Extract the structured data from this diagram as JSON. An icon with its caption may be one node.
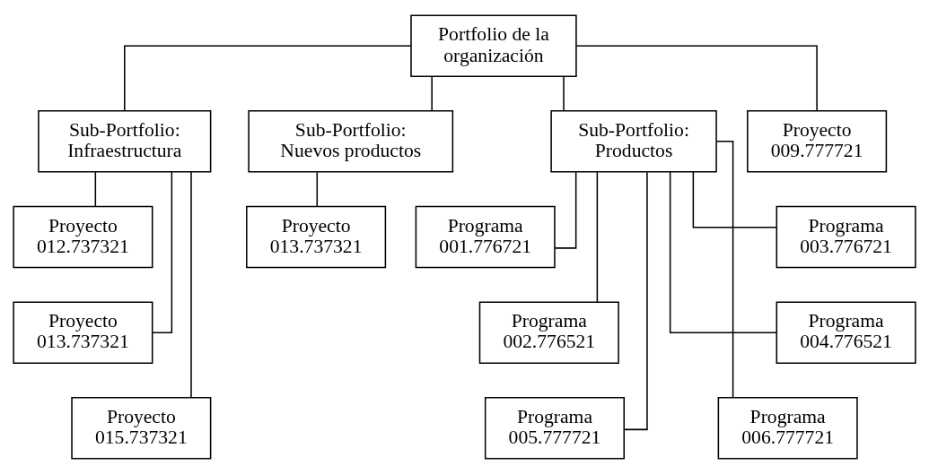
{
  "diagram": {
    "nodes": [
      {
        "text": [
          "Portfolio de la organización"
        ]
      },
      {
        "text": [
          "Sub-Portfolio: Infraestructura"
        ]
      },
      {
        "text": [
          "Sub-Portfolio: Nuevos productos"
        ]
      },
      {
        "text": [
          "Sub-Portfolio: Productos"
        ]
      },
      {
        "text": [
          "Proyecto 009.777721"
        ]
      },
      {
        "text": [
          "Proyecto 012.737321"
        ]
      },
      {
        "text": [
          "Proyecto 013.737321"
        ]
      },
      {
        "text": [
          "Proyecto 015.737321"
        ]
      },
      {
        "text": [
          "Proyecto 013.737321"
        ]
      },
      {
        "text": [
          "Programa 001.776721"
        ]
      },
      {
        "text": [
          "Programa 003.776721"
        ]
      },
      {
        "text": [
          "Programa 002.776521"
        ]
      },
      {
        "text": [
          "Programa 004.776521"
        ]
      },
      {
        "text": [
          "Programa 005.777721"
        ]
      },
      {
        "text": [
          "Programa 006.777721"
        ]
      }
    ],
    "edges": [
      {
        "from": 0,
        "to": 1,
        "arrow": "none"
      },
      {
        "from": 0,
        "to": 2,
        "arrow": "none"
      },
      {
        "from": 0,
        "to": 3,
        "arrow": "none"
      },
      {
        "from": 0,
        "to": 4,
        "arrow": "none"
      },
      {
        "from": 1,
        "to": 5,
        "arrow": "none"
      },
      {
        "from": 1,
        "to": 6,
        "arrow": "none"
      },
      {
        "from": 1,
        "to": 7,
        "arrow": "none"
      },
      {
        "from": 2,
        "to": 8,
        "arrow": "none"
      },
      {
        "from": 3,
        "to": 9,
        "arrow": "none"
      },
      {
        "from": 3,
        "to": 10,
        "arrow": "none"
      },
      {
        "from": 3,
        "to": 11,
        "arrow": "none"
      },
      {
        "from": 3,
        "to": 12,
        "arrow": "none"
      },
      {
        "from": 3,
        "to": 13,
        "arrow": "none"
      },
      {
        "from": 3,
        "to": 14,
        "arrow": "none"
      }
    ]
  }
}
